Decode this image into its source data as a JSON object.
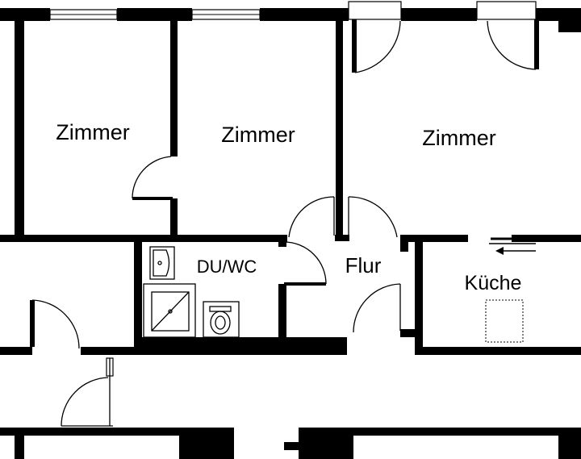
{
  "colors": {
    "wall": "#000000",
    "background": "#ffffff"
  },
  "rooms": [
    {
      "id": "zimmer-1",
      "label": "Zimmer"
    },
    {
      "id": "zimmer-2",
      "label": "Zimmer"
    },
    {
      "id": "zimmer-3",
      "label": "Zimmer"
    },
    {
      "id": "bath",
      "label": "DU/WC"
    },
    {
      "id": "hall",
      "label": "Flur"
    },
    {
      "id": "kitchen",
      "label": "Küche"
    }
  ],
  "fixtures": {
    "bath": [
      "washbasin-icon",
      "shower-tray-icon",
      "toilet-icon"
    ],
    "kitchen": [
      "stove-icon",
      "vent-arrow-icon"
    ]
  }
}
